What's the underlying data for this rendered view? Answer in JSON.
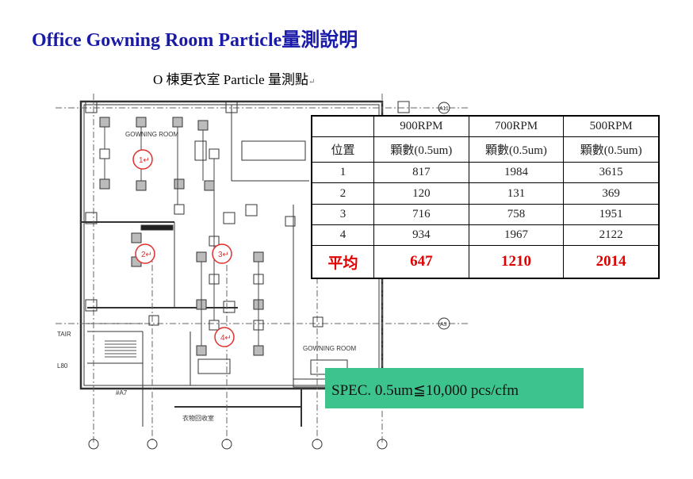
{
  "title": "Office Gowning Room Particle量測說明",
  "plan_caption": "O 棟更衣室 Particle 量測點",
  "caption_return_mark": "↵",
  "plan_labels": {
    "room_top": "GOWNING ROOM",
    "room_bottom": "GOWNING ROOM",
    "grid_a11": "A11",
    "grid_a9": "A9",
    "stair": "TAIR",
    "l80": "L80",
    "a7": "#A7",
    "closet": "衣物回收室"
  },
  "points": [
    {
      "label": "1↵"
    },
    {
      "label": "2↵"
    },
    {
      "label": "3↵"
    },
    {
      "label": "4↵"
    }
  ],
  "table": {
    "header_speeds": [
      "",
      "900RPM",
      "700RPM",
      "500RPM"
    ],
    "header_units": [
      "位置",
      "顆數(0.5um)",
      "顆數(0.5um)",
      "顆數(0.5um)"
    ],
    "rows": [
      [
        "1",
        "817",
        "1984",
        "3615"
      ],
      [
        "2",
        "120",
        "131",
        "369"
      ],
      [
        "3",
        "716",
        "758",
        "1951"
      ],
      [
        "4",
        "934",
        "1967",
        "2122"
      ]
    ],
    "average": [
      "平均",
      "647",
      "1210",
      "2014"
    ]
  },
  "spec": "SPEC. 0.5um≦10,000 pcs/cfm",
  "colors": {
    "title": "#1a1aa8",
    "average": "#e00000",
    "spec_bg": "#3cc48c",
    "point_circle": "#e03030"
  }
}
